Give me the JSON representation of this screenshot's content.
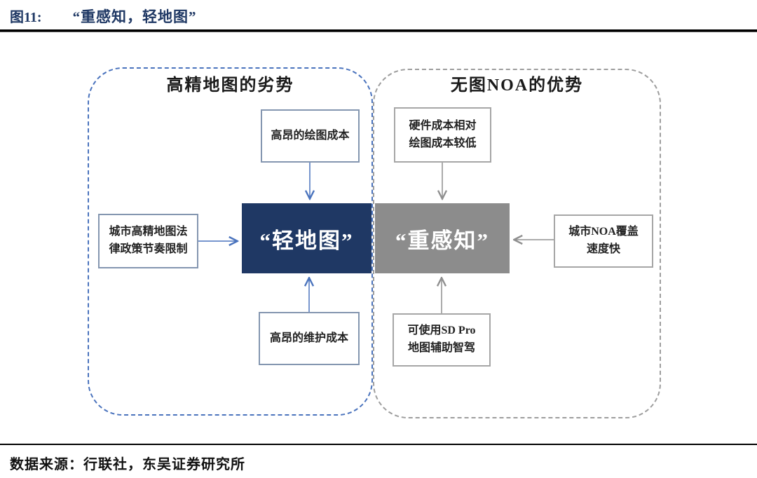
{
  "figure": {
    "label": "图11:",
    "title": "“重感知，轻地图”"
  },
  "left_group": {
    "title": "高精地图的劣势",
    "box_top": "高昂的绘图成本",
    "box_side": "城市高精地图法律政策节奏限制",
    "box_bottom": "高昂的维护成本",
    "center_label": "“轻地图”"
  },
  "right_group": {
    "title": "无图NOA的优势",
    "box_top": "硬件成本相对绘图成本较低",
    "box_side": "城市NOA覆盖速度快",
    "box_bottom": "可使用SD Pro地图辅助智驾",
    "center_label": "“重感知”"
  },
  "footer": {
    "source": "数据来源：行联社，东吴证券研究所"
  },
  "colors": {
    "title_navy": "#1f3864",
    "center_navy_box": "#1f3864",
    "center_gray_box": "#8c8c8c",
    "left_dash_blue": "#4a73bd",
    "left_box_border": "#8496b0",
    "right_dash_gray": "#9d9d9d",
    "right_box_border": "#a6a6a6"
  }
}
